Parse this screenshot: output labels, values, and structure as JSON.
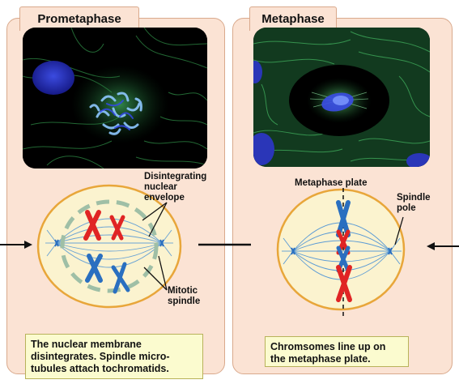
{
  "prometaphase": {
    "title": "Prometaphase",
    "label_envelope": [
      "Disintegrating",
      "nuclear",
      "envelope"
    ],
    "label_spindle": [
      "Mitotic",
      "spindle"
    ],
    "caption": [
      "The nuclear membrane",
      "disintegrates. Spindle micro-",
      "tubules attach tochromatids."
    ]
  },
  "metaphase": {
    "title": "Metaphase",
    "label_plate": "Metaphase plate",
    "label_pole": [
      "Spindle",
      "pole"
    ],
    "caption": [
      "Chromsomes line up on",
      "the metaphase plate."
    ]
  },
  "colors": {
    "panel": "#fbe3d4",
    "cell_fill": "#fbf3cf",
    "cell_border": "#e8a63a",
    "chromosome_red": "#e02424",
    "chromosome_blue": "#2a6fc0",
    "envelope": "#9fbfa6",
    "spindle": "#5b9bd5",
    "caption_bg": "#fbfbcf"
  }
}
